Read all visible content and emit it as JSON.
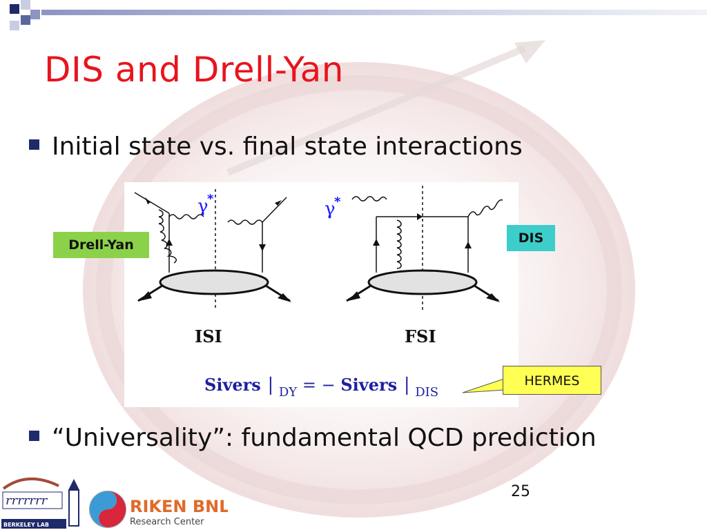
{
  "slide": {
    "title": "DIS and Drell-Yan",
    "bullets": [
      "Initial state vs. final state interactions",
      "“Universality”: fundamental QCD prediction"
    ],
    "page_number": "25"
  },
  "diagram": {
    "left_photon_label": "γ",
    "left_photon_star": "*",
    "right_photon_label": "γ",
    "right_photon_star": "*",
    "isi_label": "ISI",
    "fsi_label": "FSI",
    "formula": {
      "sivers_left": "Sivers",
      "sub_left": "DY",
      "equals": " = −",
      "sivers_right": "Sivers",
      "sub_right": "DIS"
    }
  },
  "labels": {
    "drell_yan": "Drell-Yan",
    "dis": "DIS",
    "hermes": "HERMES"
  },
  "logos": {
    "berkeley_lab": "BERKELEY LAB",
    "riken_title": "RIKEN BNL",
    "riken_subtitle": "Research Center"
  },
  "colors": {
    "title": "#e8141d",
    "bullet_square": "#1f2a6b",
    "drell_yan_box": "#8bd14a",
    "dis_box": "#3dcdca",
    "hermes_box": "#ffff54",
    "formula": "#1f1fa0",
    "photon_label": "#1a1aff"
  }
}
